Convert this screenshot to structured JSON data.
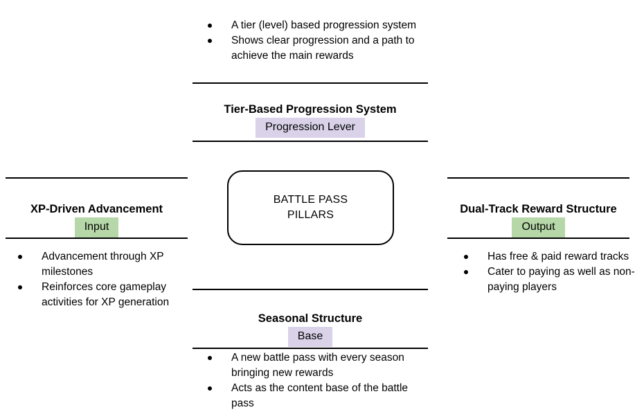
{
  "diagram": {
    "center": {
      "label_line1": "BATTLE PASS",
      "label_line2": "PILLARS"
    },
    "colors": {
      "lever_tag_bg": "#d9d2e9",
      "io_tag_bg": "#b6d7a8",
      "line": "#000000",
      "text": "#000000",
      "background": "#ffffff"
    },
    "branches": {
      "top": {
        "title": "Tier-Based Progression System",
        "tag": "Progression Lever",
        "bullets": [
          "A tier (level) based progression system",
          "Shows clear progression and a path to achieve the main rewards"
        ]
      },
      "left": {
        "title": "XP-Driven Advancement",
        "tag": "Input",
        "bullets": [
          "Advancement through XP milestones",
          "Reinforces core gameplay activities for XP generation"
        ]
      },
      "right": {
        "title": "Dual-Track Reward Structure",
        "tag": "Output",
        "bullets": [
          "Has free & paid reward tracks",
          "Cater to paying as well as non-paying players"
        ]
      },
      "bottom": {
        "title": "Seasonal Structure",
        "tag": "Base",
        "bullets": [
          "A new battle pass with every season bringing new rewards",
          "Acts as the content base of the battle pass"
        ]
      }
    }
  }
}
